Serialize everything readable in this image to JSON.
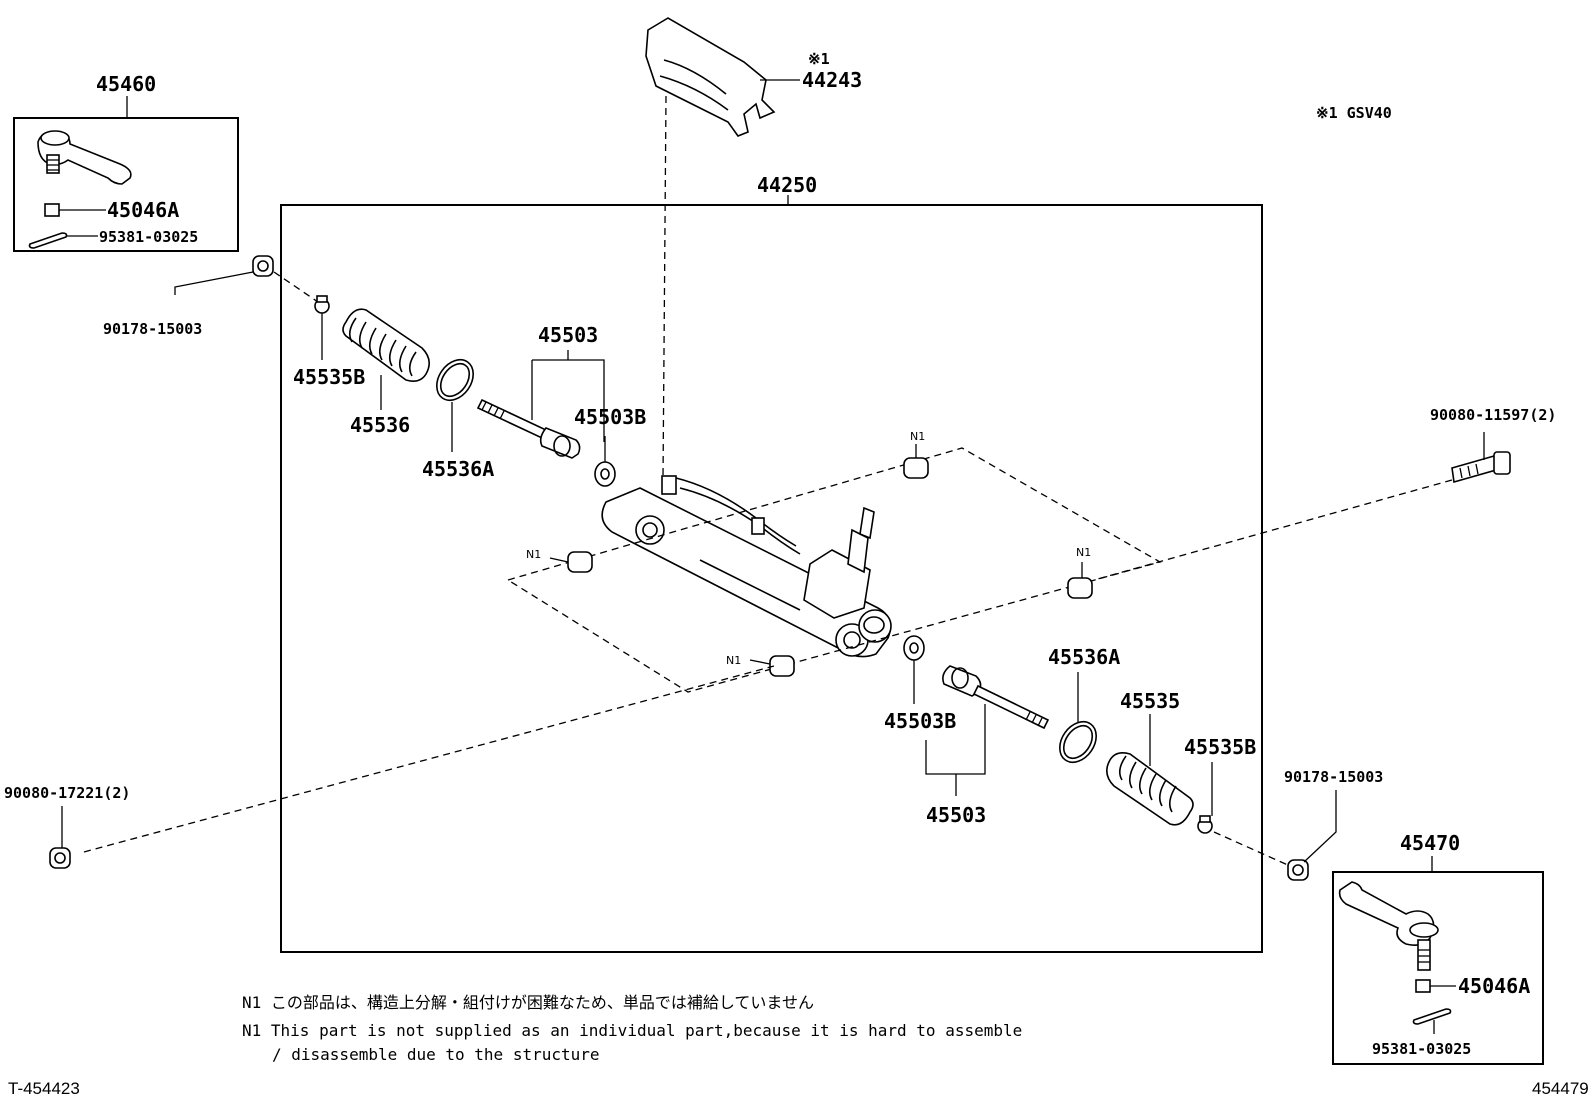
{
  "labels": {
    "p45460": "45460",
    "p45046A_top": "45046A",
    "p95381_top": "95381-03025",
    "p90178_left": "90178-15003",
    "p44243": "44243",
    "p44243_note": "※1",
    "gsv_note": "※1 GSV40",
    "p44250": "44250",
    "p45503_top": "45503",
    "p45503B_top": "45503B",
    "p45535B_left": "45535B",
    "p45536": "45536",
    "p45536A_left": "45536A",
    "p90080_11597": "90080-11597(2)",
    "n1_a": "N1",
    "n1_b": "N1",
    "n1_c": "N1",
    "n1_d": "N1",
    "p45536A_right": "45536A",
    "p45535": "45535",
    "p45503B_bottom": "45503B",
    "p45535B_right": "45535B",
    "p90178_right": "90178-15003",
    "p45503_bottom": "45503",
    "p90080_17221": "90080-17221(2)",
    "p45470": "45470",
    "p45046A_bottom": "45046A",
    "p95381_bottom": "95381-03025"
  },
  "notes": {
    "jp": "N1 この部品は、構造上分解・組付けが困難なため、単品では補給していません",
    "en_line1": "N1 This part is not supplied as an individual part,because it is hard to assemble",
    "en_line2": "/ disassemble due to the structure"
  },
  "footer": {
    "left_code": "T-454423",
    "right_code": "454479"
  }
}
